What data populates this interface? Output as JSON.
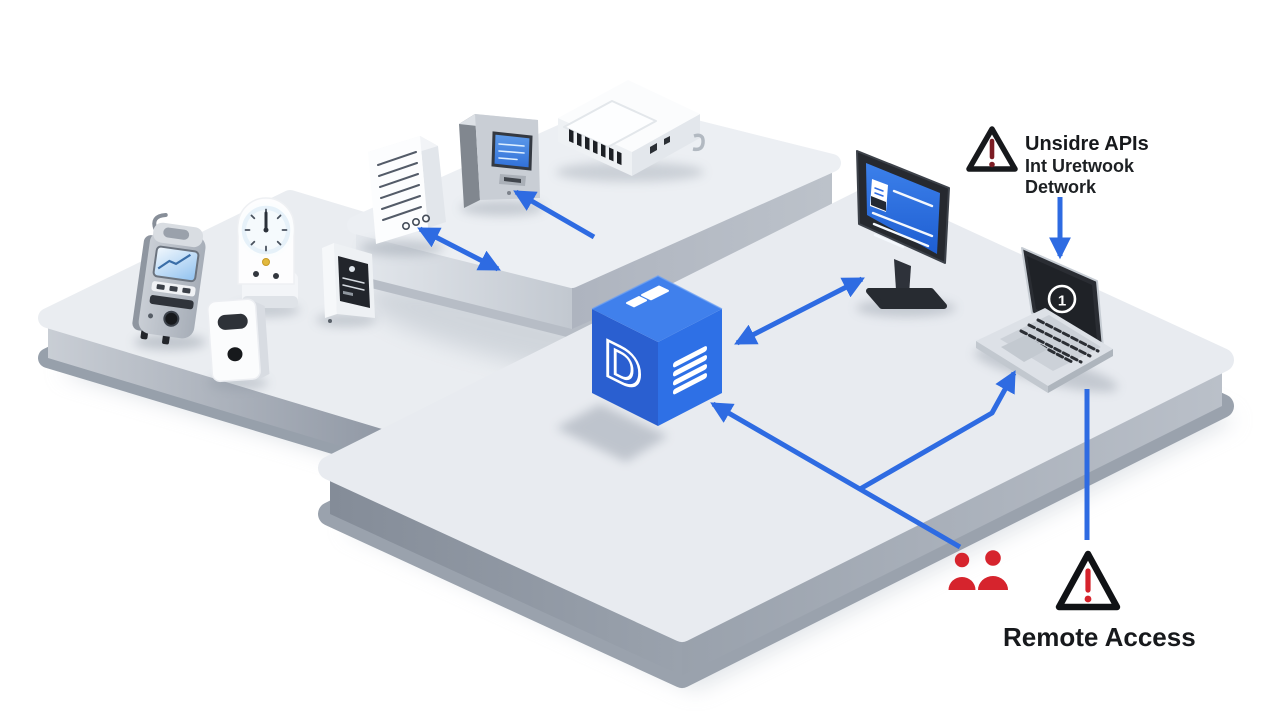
{
  "labels": {
    "unsecured_apis": {
      "line1": "Unsidre APIs",
      "line2": "Int Uretwook",
      "line3": "Detwork"
    },
    "remote_access": "Remote Access",
    "laptop_badge": "1"
  },
  "cube": {
    "letter": "D"
  },
  "icons": [
    {
      "name": "warning-triangle-top",
      "outline": "#17191c",
      "exclaim": "#7c1d24"
    },
    {
      "name": "warning-triangle-bottom",
      "outline": "#101215",
      "exclaim": "#d6232c"
    },
    {
      "name": "remote-users-icon",
      "color": "#d6242d"
    },
    {
      "name": "alert-circle-icon",
      "color": "#ffffff"
    }
  ],
  "colors": {
    "arrow_blue": "#2e6be2",
    "cube_top": "#4080ec",
    "cube_left": "#2a5fd0",
    "cube_right": "#2e70e6",
    "platform_top": "#e9edf2",
    "platform_side": "#97a0ab",
    "screen_blue": "#2f6fe0",
    "alert_red": "#d6232c",
    "text_dark": "#17191c"
  },
  "scene_objects": [
    "handheld-meter",
    "plug-in-timer-clock",
    "wall-intercom",
    "display-box",
    "document-server-tower",
    "payment-kiosk",
    "network-gateway-router",
    "data-cube",
    "desktop-monitor",
    "laptop"
  ]
}
